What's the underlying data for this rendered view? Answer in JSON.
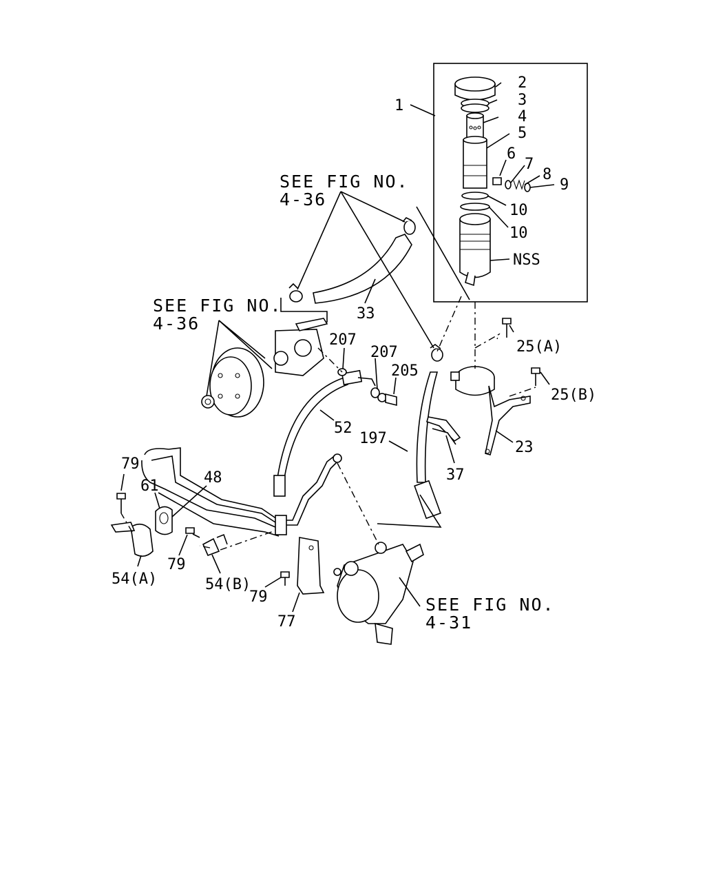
{
  "refs": {
    "r1": [
      "SEE FIG NO.",
      "4-36"
    ],
    "r2": [
      "SEE FIG NO.",
      "4-36"
    ],
    "r3": [
      "SEE FIG NO.",
      "4-31"
    ]
  },
  "callouts": {
    "c1": "1",
    "c2": "2",
    "c3": "3",
    "c4": "4",
    "c5": "5",
    "c6": "6",
    "c7": "7",
    "c8": "8",
    "c9": "9",
    "c10a": "10",
    "c10b": "10",
    "cnss": "NSS",
    "c33": "33",
    "c207a": "207",
    "c207b": "207",
    "c205": "205",
    "c52": "52",
    "c197": "197",
    "c37": "37",
    "c23": "23",
    "c25a": "25(A)",
    "c25b": "25(B)",
    "c79a": "79",
    "c61": "61",
    "c48": "48",
    "c54a": "54(A)",
    "c79b": "79",
    "c54b": "54(B)",
    "c79c": "79",
    "c77": "77"
  }
}
